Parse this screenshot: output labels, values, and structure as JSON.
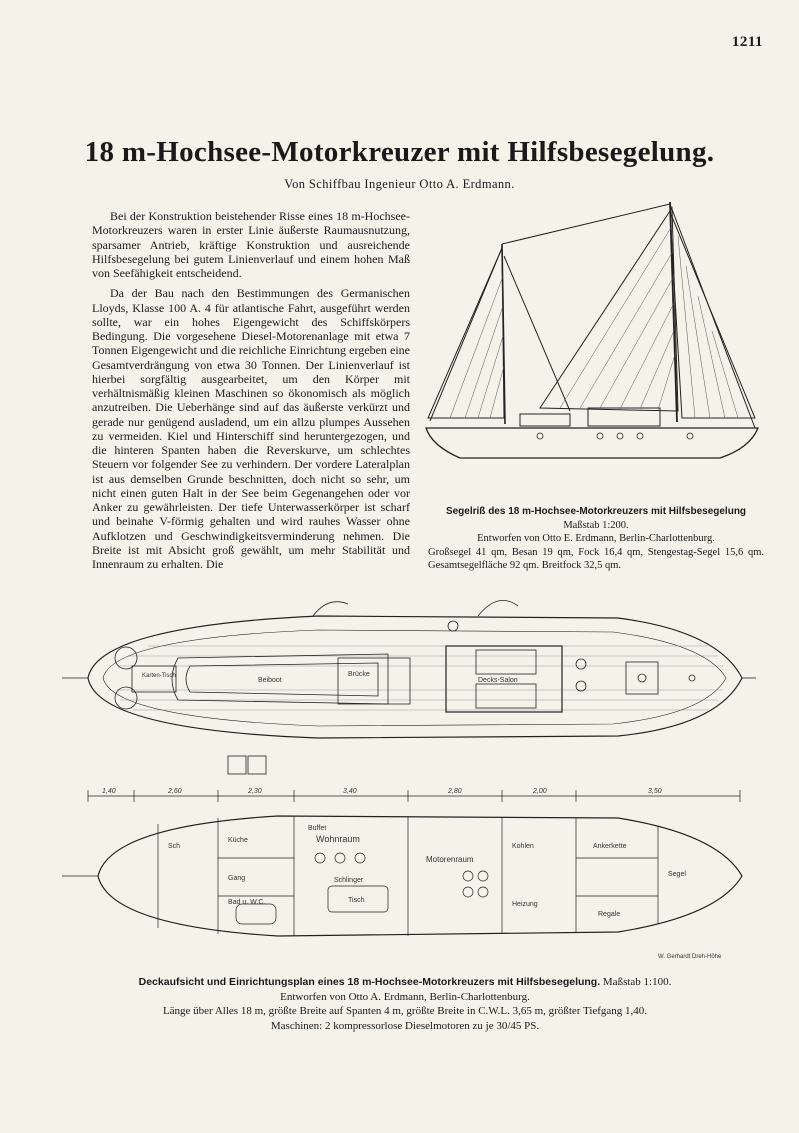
{
  "page_number": "1211",
  "title": "18 m-Hochsee-Motorkreuzer mit Hilfsbesegelung.",
  "byline": "Von Schiffbau Ingenieur Otto A. Erdmann.",
  "paragraphs": [
    "Bei der Konstruktion beistehender Risse eines 18 m-Hochsee-Motorkreuzers waren in erster Linie äußerste Raumausnutzung, sparsamer Antrieb, kräftige Konstruktion und ausreichende Hilfsbesegelung bei gutem Linienverlauf und einem hohen Maß von Seefähigkeit entscheidend.",
    "Da der Bau nach den Bestimmungen des Germanischen Lloyds, Klasse 100 A. 4 für atlantische Fahrt, ausgeführt werden sollte, war ein hohes Eigengewicht des Schiffskörpers Bedingung. Die vorgesehene Diesel-Motorenanlage mit etwa 7 Tonnen Eigengewicht und die reichliche Einrichtung ergeben eine Gesamtverdrängung von etwa 30 Tonnen. Der Linienverlauf ist hierbei sorgfältig ausgearbeitet, um den Körper mit verhältnismäßig kleinen Maschinen so ökonomisch als möglich anzutreiben. Die Ueberhänge sind auf das äußerste verkürzt und gerade nur genügend ausladend, um ein allzu plumpes Aussehen zu vermeiden. Kiel und Hinterschiff sind heruntergezogen, und die hinteren Spanten haben die Reverskurve, um schlechtes Steuern vor folgender See zu verhindern. Der vordere Lateralplan ist aus demselben Grunde beschnitten, doch nicht so sehr, um nicht einen guten Halt in der See beim Gegenangehen oder vor Anker zu gewährleisten. Der tiefe Unterwasserkörper ist scharf und beinahe V-förmig gehalten und wird rauhes Wasser ohne Aufklotzen und Geschwindigkeitsverminderung nehmen. Die Breite ist mit Absicht groß gewählt, um mehr Stabilität und Innenraum zu erhalten. Die"
  ],
  "rig_caption": {
    "title": "Segelriß des 18 m-Hochsee-Motorkreuzers mit Hilfsbesegelung",
    "scale": "Maßstab 1:200.",
    "designer": "Entworfen von Otto E. Erdmann, Berlin-Charlottenburg.",
    "sails": "Großsegel 41 qm, Besan 19 qm, Fock 16,4 qm, Stengestag-Segel 15,6 qm. Gesamtsegelfläche 92 qm. Breitfock 32,5 qm."
  },
  "deck_plan": {
    "labels": {
      "kartentisch": "Karten-Tisch",
      "brucke": "Brücke",
      "deckssalon": "Decks-Salon",
      "beiboot": "Beiboot",
      "wohnraum": "Wohnraum",
      "motorenraum": "Motorenraum",
      "schlinger": "Schlinger",
      "tisch": "Tisch",
      "sch": "Sch",
      "gang": "Gang",
      "bad": "Bad u. W.C.",
      "kuche": "Küche",
      "kohlen": "Kohlen",
      "ankerkette": "Ankerkette",
      "segel": "Segel",
      "heizung": "Heizung",
      "buffet": "Buffet",
      "regale": "Regale",
      "signature": "W. Gerhardt  Dreh-Höhe"
    },
    "dimensions": [
      "1,40",
      "2,60",
      "2,30",
      "3,40",
      "2,80",
      "2,00",
      "3,50"
    ]
  },
  "bottom_caption": {
    "title": "Deckaufsicht und Einrichtungsplan eines 18 m-Hochsee-Motorkreuzers mit Hilfsbesegelung.",
    "scale": "Maßstab 1:100.",
    "designer": "Entworfen von Otto A. Erdmann, Berlin-Charlottenburg.",
    "dimensions": "Länge über Alles 18 m, größte Breite auf Spanten 4 m, größte Breite in C.W.L. 3,65 m, größter Tiefgang 1,40.",
    "engines": "Maschinen: 2 kompressorlose Dieselmotoren zu je 30/45 PS."
  }
}
